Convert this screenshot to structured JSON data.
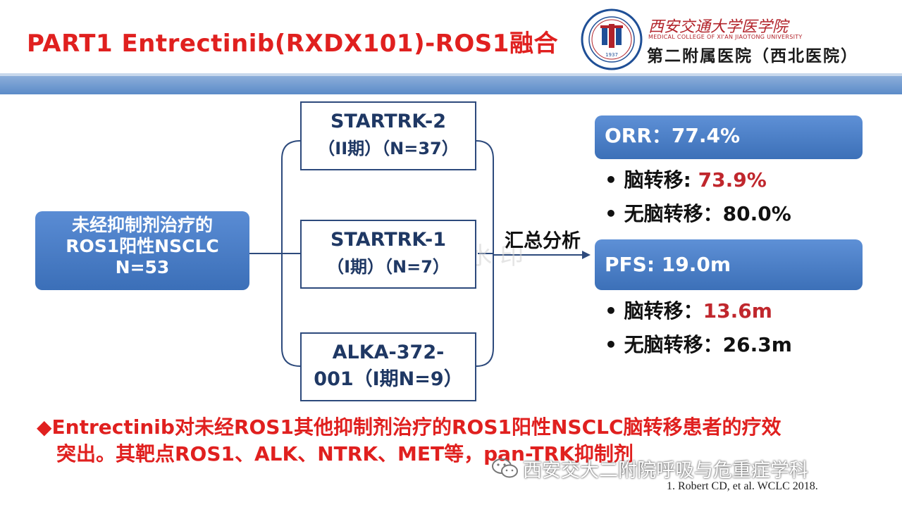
{
  "header": {
    "title": "PART1  Entrectinib(RXDX101)-ROS1融合",
    "college_name": "西安交通大学医学院",
    "college_en": "MEDICAL COLLEGE OF XI'AN JIAOTONG UNIVERSITY",
    "hospital_name": "第二附属医院（西北医院）",
    "seal_year": "1937"
  },
  "source": {
    "line1": "未经抑制剂治疗的",
    "line2": "ROS1阳性NSCLC",
    "line3": "N=53"
  },
  "trials": [
    {
      "name": "STARTRK-2",
      "detail": "（II期）（N=37）"
    },
    {
      "name": "STARTRK-1",
      "detail": "（I期）（N=7）"
    },
    {
      "name": "ALKA-372-",
      "detail": "001（I期N=9）"
    }
  ],
  "summary_label": "汇总分析",
  "orr": {
    "label": "ORR：77.4%",
    "items": [
      {
        "label": "脑转移: ",
        "value": "73.9%",
        "highlight": true
      },
      {
        "label": "无脑转移：",
        "value": "80.0%",
        "highlight": false
      }
    ]
  },
  "pfs": {
    "label": "PFS: 19.0m",
    "items": [
      {
        "label": "脑转移：",
        "value": "13.6m",
        "highlight": true
      },
      {
        "label": "无脑转移：",
        "value": "26.3m",
        "highlight": false
      }
    ]
  },
  "bullet_glyph": "•",
  "note": {
    "marker": "◆",
    "line1": "Entrectinib对未经ROS1其他抑制剂治疗的ROS1阳性NSCLC脑转移患者的疗效",
    "line2": "突出。其靶点ROS1、ALK、NTRK、MET等，pan-TRK抑制剂"
  },
  "wechat_watermark": "西安交大二附院呼吸与危重症学科",
  "reference": "1. Robert CD, et al. WCLC 2018.",
  "colors": {
    "title": "#e0201f",
    "accent_blue": "#3c70b8",
    "highlight_red": "#c0272d",
    "trial_border": "#2d4a7c"
  }
}
